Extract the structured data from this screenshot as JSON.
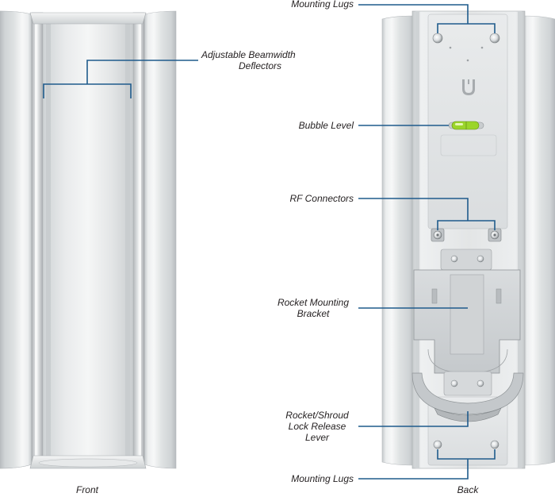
{
  "colors": {
    "leader_line": "#1f5b8c",
    "aluminum_light": "#eef0f1",
    "aluminum_mid": "#d4d7d9",
    "aluminum_dark": "#b9bdc0",
    "bubble_green": "#9bd52a"
  },
  "icons": {
    "brand_logo": "ubiquiti-u-logo"
  },
  "front_view": {
    "caption": "Front",
    "callouts": {
      "deflectors": [
        "Adjustable Beamwidth",
        "Deflectors"
      ]
    }
  },
  "back_view": {
    "caption": "Back",
    "callouts": {
      "mounting_lugs_top": "Mounting Lugs",
      "bubble_level": "Bubble Level",
      "rf_connectors": "RF Connectors",
      "rocket_bracket": [
        "Rocket Mounting",
        "Bracket"
      ],
      "release_lever": [
        "Rocket/Shroud",
        "Lock Release",
        "Lever"
      ],
      "mounting_lugs_bottom": "Mounting Lugs"
    }
  }
}
